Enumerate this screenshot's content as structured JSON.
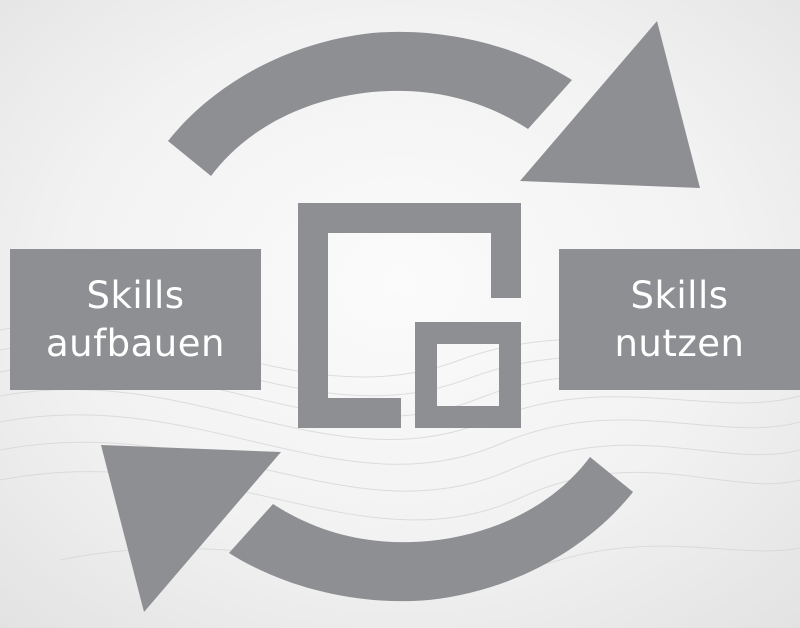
{
  "diagram": {
    "left_box": {
      "line1": "Skills",
      "line2": "aufbauen"
    },
    "right_box": {
      "line1": "Skills",
      "line2": "nutzen"
    },
    "colors": {
      "shape": "#8e8f92",
      "text": "#ffffff",
      "background": "#f4f4f4"
    },
    "icons": {
      "top_arrow": "curved-arrow-clockwise-icon",
      "bottom_arrow": "curved-arrow-clockwise-icon",
      "center": "nested-squares-icon"
    }
  }
}
